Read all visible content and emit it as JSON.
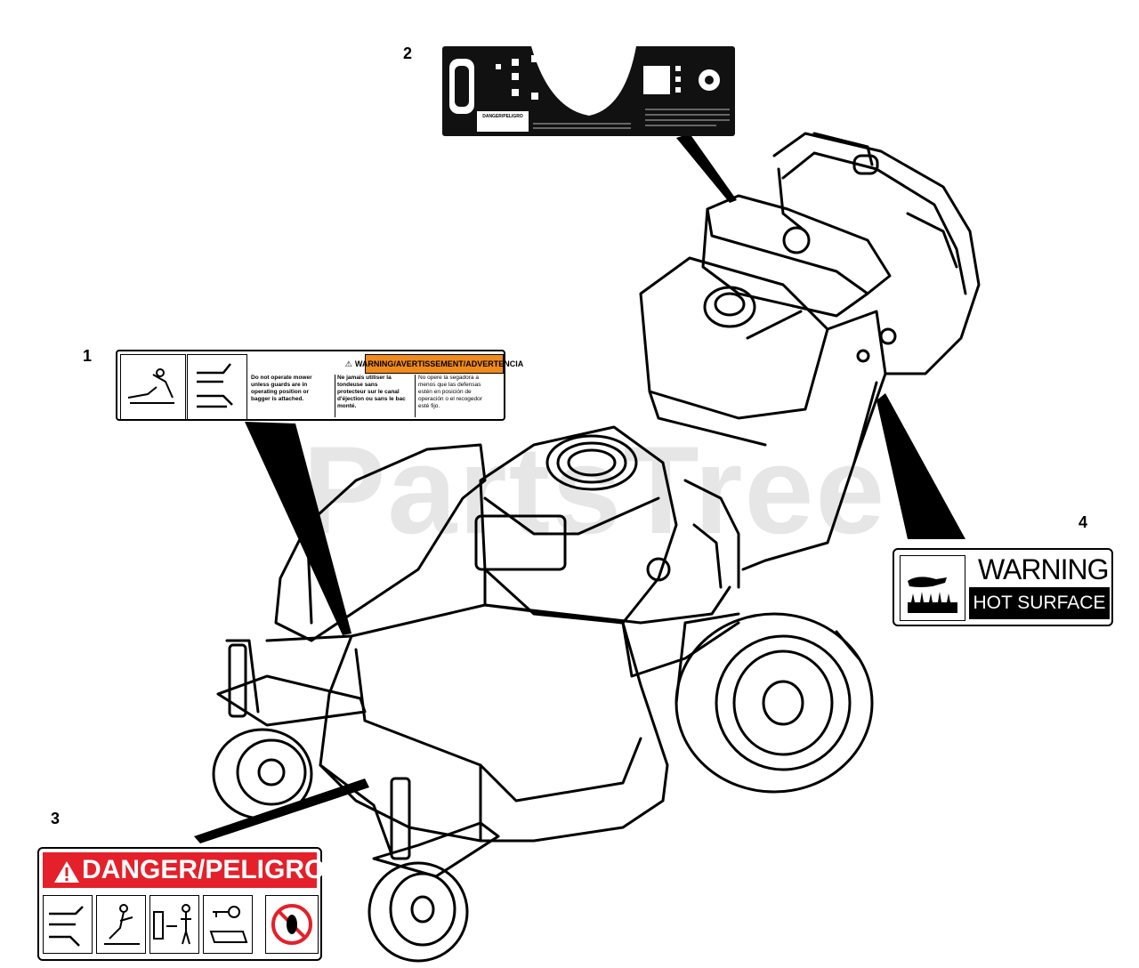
{
  "callouts": [
    "1",
    "2",
    "3",
    "4"
  ],
  "watermark": "PartsTree",
  "decal_1": {
    "header": "WARNING/AVERTISSEMENT/ADVERTENCIA",
    "text_en": "Do not operate mower unless guards are in operating position or bagger is attached.",
    "text_fr": "Ne jamais utiliser la tondeuse sans protecteur sur le canal d'éjection ou sans le bac monté.",
    "text_es": "No opere la segadora a menos que las defensas estén en posición de operación o el recogedor esté fijo."
  },
  "decal_2": {
    "warning": "DANGER/PELIGRO"
  },
  "decal_3": {
    "header": "DANGER/PELIGRO"
  },
  "decal_4": {
    "warning": "WARNING",
    "subtitle": "HOT SURFACE"
  }
}
